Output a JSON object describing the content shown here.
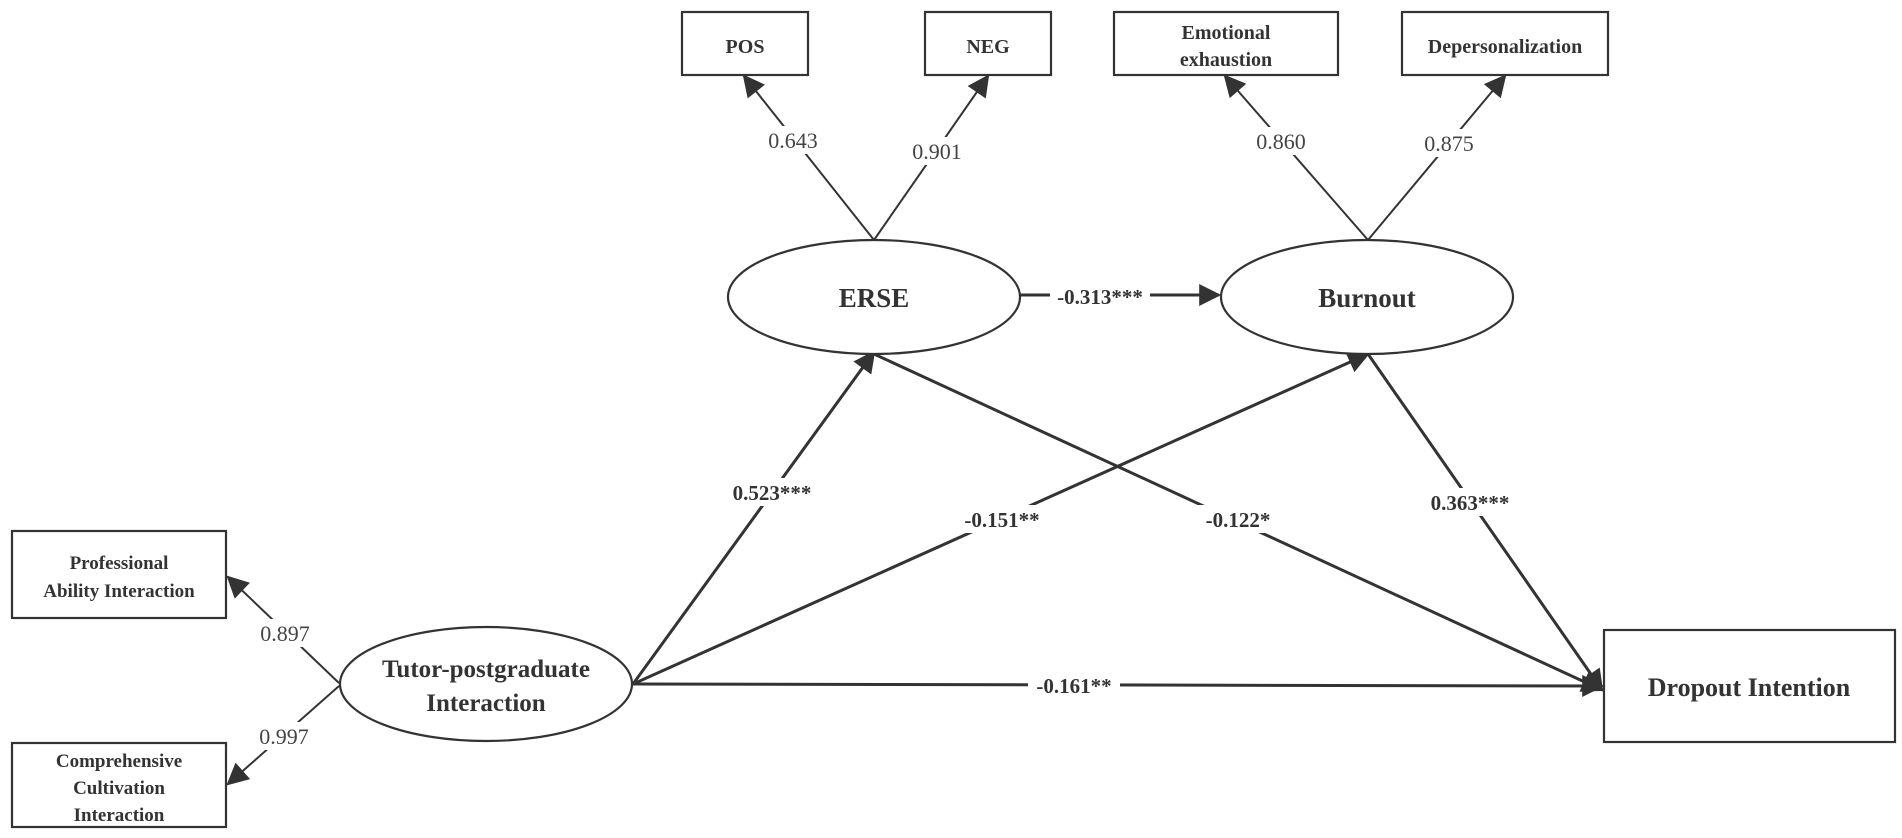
{
  "nodes": {
    "pos": "POS",
    "neg": "NEG",
    "emotional_line1": "Emotional",
    "emotional_line2": "exhaustion",
    "depersonalization": "Depersonalization",
    "erse": "ERSE",
    "burnout": "Burnout",
    "professional_line1": "Professional",
    "professional_line2": "Ability Interaction",
    "comprehensive_line1": "Comprehensive",
    "comprehensive_line2": "Cultivation",
    "comprehensive_line3": "Interaction",
    "tutor_line1": "Tutor-postgraduate",
    "tutor_line2": "Interaction",
    "dropout": "Dropout Intention"
  },
  "loadings": {
    "pos": "0.643",
    "neg": "0.901",
    "emotional": "0.860",
    "depersonalization": "0.875",
    "professional": "0.897",
    "comprehensive": "0.997"
  },
  "paths": {
    "erse_burnout": "-0.313***",
    "tutor_erse": "0.523***",
    "tutor_burnout": "-0.151**",
    "erse_dropout": "-0.122*",
    "burnout_dropout": "0.363***",
    "tutor_dropout": "-0.161**"
  },
  "colors": {
    "stroke": "#333333",
    "text": "#333333"
  }
}
